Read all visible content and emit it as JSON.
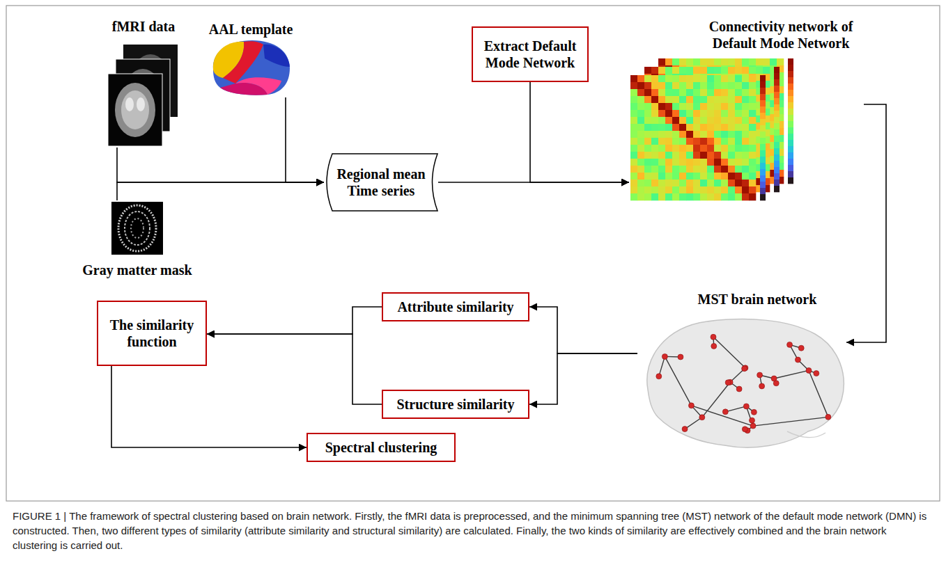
{
  "diagram": {
    "caption": "FIGURE 1 | The framework of spectral clustering based on brain network. Firstly, the fMRI data is preprocessed, and the minimum spanning tree (MST) network of the default mode network (DMN) is constructed. Then, two different types of similarity (attribute similarity and structural similarity) are calculated. Finally, the two kinds of similarity are effectively combined and the brain network clustering is carried out.",
    "nodes": [
      {
        "text": [
          "fMRI data"
        ]
      },
      {
        "text": [
          "AAL template"
        ]
      },
      {
        "text": [
          "Gray matter mask"
        ]
      },
      {
        "text": [
          "Regional mean Time series"
        ]
      },
      {
        "text": [
          "Extract Default Mode Network"
        ]
      },
      {
        "text": [
          "Connectivity network of Default Mode Network"
        ]
      },
      {
        "text": [
          "MST brain network"
        ]
      },
      {
        "text": [
          "Attribute similarity"
        ]
      },
      {
        "text": [
          "Structure similarity"
        ]
      },
      {
        "text": [
          "The similarity function"
        ]
      },
      {
        "text": [
          "Spectral clustering"
        ]
      }
    ],
    "edges": [
      {
        "from": 0,
        "to": 3,
        "arrow": "to"
      },
      {
        "from": 2,
        "to": 3,
        "arrow": "to"
      },
      {
        "from": 1,
        "to": 3,
        "arrow": "to"
      },
      {
        "from": 3,
        "to": 5,
        "arrow": "to"
      },
      {
        "from": 4,
        "to": 5,
        "arrow": "to"
      },
      {
        "from": 5,
        "to": 6,
        "arrow": "to"
      },
      {
        "from": 6,
        "to": 7,
        "arrow": "to"
      },
      {
        "from": 6,
        "to": 8,
        "arrow": "to"
      },
      {
        "from": 7,
        "to": 9,
        "arrow": "to"
      },
      {
        "from": 8,
        "to": 9,
        "arrow": "to"
      },
      {
        "from": 9,
        "to": 10,
        "arrow": "to"
      }
    ]
  }
}
